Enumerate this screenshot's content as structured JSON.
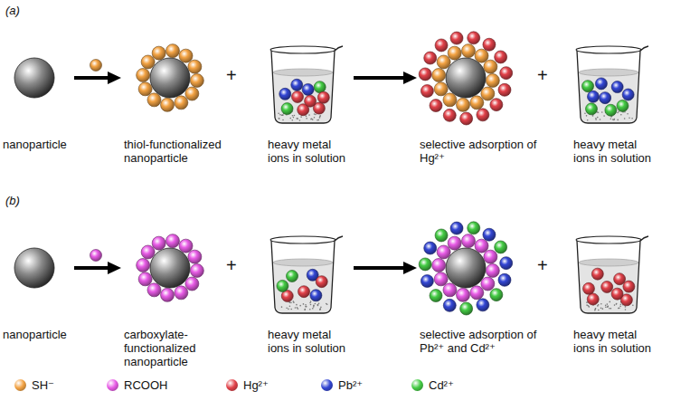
{
  "diagram": {
    "nodes": [
      {
        "text": [
          "nanoparticle"
        ]
      },
      {
        "text": [
          "thiol-functionalized nanoparticle"
        ]
      },
      {
        "text": [
          "heavy metal ions in solution"
        ]
      },
      {
        "text": [
          "selective adsorption of Hg²⁺"
        ]
      },
      {
        "text": [
          "heavy metal ions in solution"
        ]
      },
      {
        "text": [
          "nanoparticle"
        ]
      },
      {
        "text": [
          "carboxylate-functionalized nanoparticle"
        ]
      },
      {
        "text": [
          "heavy metal ions in solution"
        ]
      },
      {
        "text": [
          "selective adsorption of Pb²⁺ and Cd²⁺"
        ]
      },
      {
        "text": [
          "heavy metal ions in solution"
        ]
      }
    ],
    "edges": [
      {
        "from": 0,
        "to": 1,
        "arrow": "to"
      },
      {
        "from": 2,
        "to": 3,
        "arrow": "to"
      },
      {
        "from": 5,
        "to": 6,
        "arrow": "to"
      },
      {
        "from": 7,
        "to": 8,
        "arrow": "to"
      }
    ],
    "labels": [
      "(a)",
      "+",
      "+",
      "(b)",
      "+",
      "+"
    ],
    "legend": [
      {
        "text": "SH⁻",
        "color": "#f3a344"
      },
      {
        "text": "RCOOH",
        "color": "#e85ce6"
      },
      {
        "text": "Hg²⁺",
        "color": "#e2424a"
      },
      {
        "text": "Pb²⁺",
        "color": "#3447d4"
      },
      {
        "text": "Cd²⁺",
        "color": "#45cc45"
      }
    ]
  }
}
